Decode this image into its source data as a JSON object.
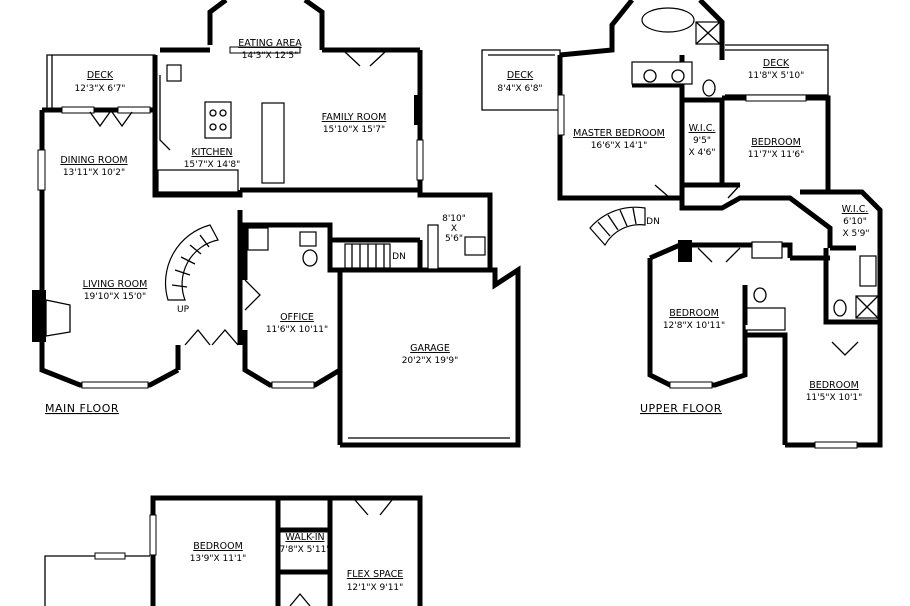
{
  "floors": {
    "main": "MAIN FLOOR",
    "upper": "UPPER FLOOR"
  },
  "rooms": {
    "eating": {
      "name": "EATING AREA",
      "dim": "14'3\"X 12'5\""
    },
    "deck_main": {
      "name": "DECK",
      "dim": "12'3\"X 6'7\""
    },
    "family": {
      "name": "FAMILY ROOM",
      "dim": "15'10\"X 15'7\""
    },
    "dining": {
      "name": "DINING ROOM",
      "dim": "13'11\"X 10'2\""
    },
    "kitchen": {
      "name": "KITCHEN",
      "dim": "15'7\"X 14'8\""
    },
    "pantry": {
      "dim1": "8'10\"",
      "dim2": "X",
      "dim3": "5'6\""
    },
    "living": {
      "name": "LIVING ROOM",
      "dim": "19'10\"X 15'0\""
    },
    "office": {
      "name": "OFFICE",
      "dim": "11'6\"X 10'11\""
    },
    "garage": {
      "name": "GARAGE",
      "dim": "20'2\"X 19'9\""
    },
    "deck_upper_left": {
      "name": "DECK",
      "dim": "8'4\"X 6'8\""
    },
    "master": {
      "name": "MASTER BEDROOM",
      "dim": "16'6\"X 14'1\""
    },
    "wic1": {
      "name": "W.I.C.",
      "dim1": "9'5\"",
      "dim2": "X 4'6\""
    },
    "deck_upper_right": {
      "name": "DECK",
      "dim": "11'8\"X 5'10\""
    },
    "bed1": {
      "name": "BEDROOM",
      "dim": "11'7\"X 11'6\""
    },
    "wic2": {
      "name": "W.I.C.",
      "dim1": "6'10\"",
      "dim2": "X 5'9\""
    },
    "bed2": {
      "name": "BEDROOM",
      "dim": "12'8\"X 10'11\""
    },
    "bed3": {
      "name": "BEDROOM",
      "dim": "11'5\"X 10'1\""
    },
    "bed_lower": {
      "name": "BEDROOM",
      "dim": "13'9\"X 11'1\""
    },
    "walkin": {
      "name": "WALK-IN",
      "dim": "7'8\"X 5'11\""
    },
    "flex": {
      "name": "FLEX SPACE",
      "dim": "12'1\"X 9'11\""
    }
  },
  "stairs": {
    "up": "UP",
    "dn_main": "DN",
    "dn_upper": "DN"
  }
}
